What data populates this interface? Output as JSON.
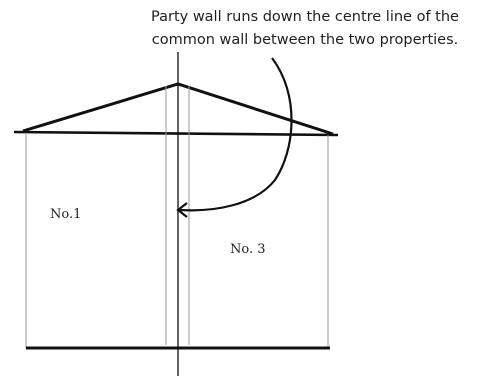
{
  "annotation": {
    "line1": "Party wall runs down the centre line of the",
    "line2": "common wall between the two properties."
  },
  "properties": {
    "left_label": "No.1",
    "right_label": "No. 3"
  }
}
